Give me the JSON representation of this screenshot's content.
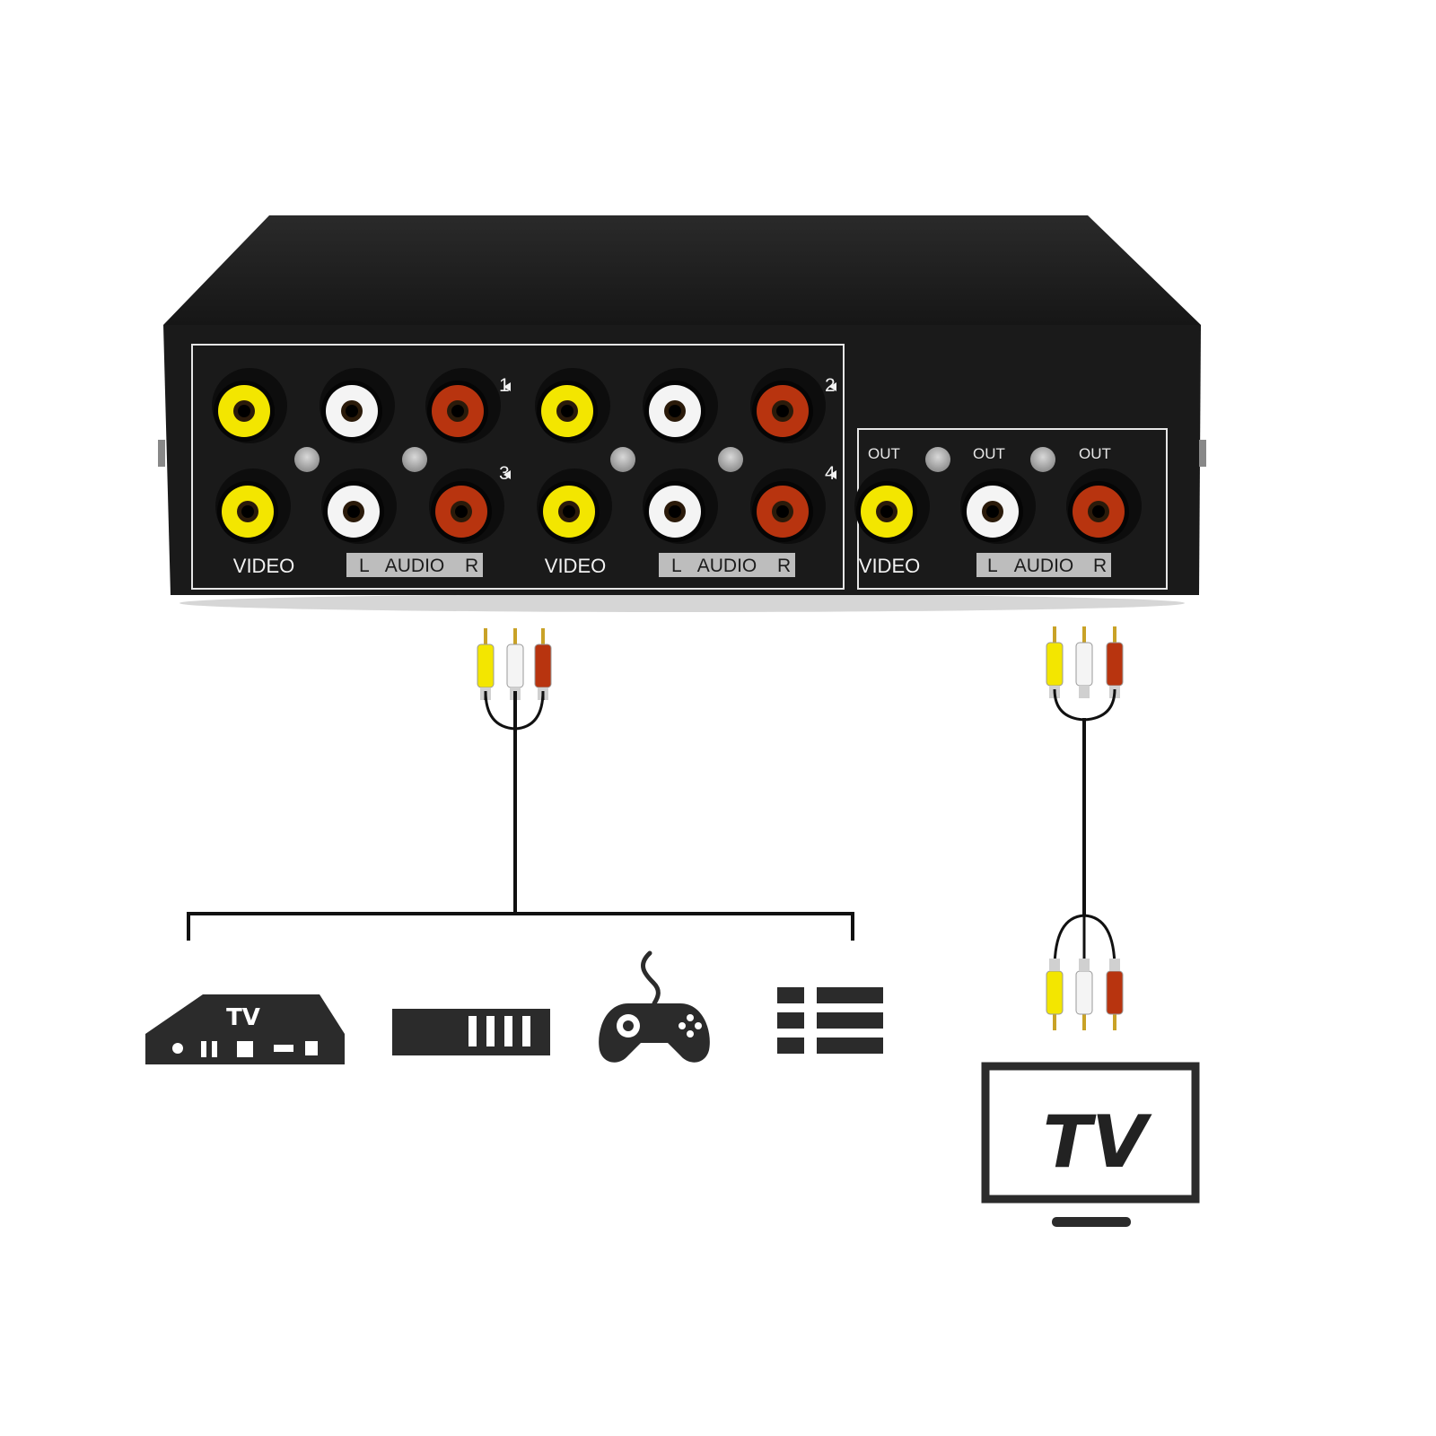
{
  "switch_box": {
    "input_ports": {
      "label_video": "VIDEO",
      "label_audio_l": "L",
      "label_audio": "AUDIO",
      "label_audio_r": "R",
      "input_numbers": [
        "1",
        "2",
        "3",
        "4"
      ]
    },
    "output_ports": {
      "tag_out": "OUT",
      "label_video": "VIDEO",
      "label_audio_l": "L",
      "label_audio": "AUDIO",
      "label_audio_r": "R"
    }
  },
  "colors": {
    "video": "#f3e600",
    "audio_left": "#f4f4f4",
    "audio_right": "#b8340f",
    "box_body": "#1c1c1c",
    "icon": "#2b2b2b"
  },
  "source_devices": [
    {
      "icon": "set-top-box-icon",
      "text": "TV"
    },
    {
      "icon": "dvd-player-icon"
    },
    {
      "icon": "gamepad-icon"
    },
    {
      "icon": "media-device-icon"
    }
  ],
  "output_device": {
    "icon": "television-icon",
    "screen_text": "TV"
  }
}
